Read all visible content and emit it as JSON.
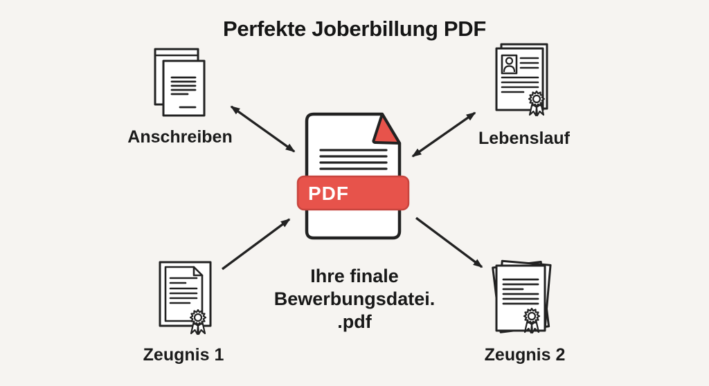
{
  "title": "Perfekte Joberbillung PDF",
  "center_file": {
    "badge_label": "PDF",
    "caption_lines": [
      "Ihre finale",
      "Bewerbungsdatei.",
      ".pdf"
    ]
  },
  "documents": [
    {
      "label": "Anschreiben",
      "position": "top-left",
      "icon": "cover-letter-pages-icon",
      "arrow": "double-headed"
    },
    {
      "label": "Lebenslauf",
      "position": "top-right",
      "icon": "resume-photo-seal-icon",
      "arrow": "double-headed"
    },
    {
      "label": "Zeugnis 1",
      "position": "bottom-left",
      "icon": "certificate-seal-icon",
      "arrow": "points-to-pdf"
    },
    {
      "label": "Zeugnis 2",
      "position": "bottom-right",
      "icon": "certificate-stack-seal-icon",
      "arrow": "points-to-document"
    }
  ],
  "colors": {
    "background": "#f6f4f1",
    "accent_red": "#e7534b",
    "accent_red_border": "#c7453e",
    "outline": "#222222",
    "text": "#1a1a1a",
    "badge_text": "#ffffff"
  }
}
